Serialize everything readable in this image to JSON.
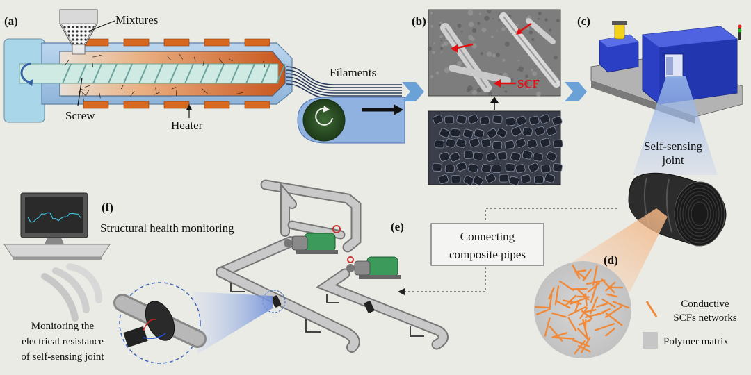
{
  "panels": {
    "a": "(a)",
    "b": "(b)",
    "c": "(c)",
    "d": "(d)",
    "e": "(e)",
    "f": "(f)"
  },
  "extruder": {
    "mixtures_label": "Mixtures",
    "screw_label": "Screw",
    "heater_label": "Heater",
    "filaments_label": "Filaments"
  },
  "sem": {
    "scf_label": "SCF"
  },
  "joint": {
    "title_line1": "Self-sensing",
    "title_line2": "joint"
  },
  "network": {
    "legend_fiber_line1": "Conductive",
    "legend_fiber_line2": "SCFs networks",
    "legend_matrix": "Polymer matrix"
  },
  "connect_box": {
    "line1": "Connecting",
    "line2": "composite pipes"
  },
  "monitoring": {
    "title": "Structural health monitoring",
    "caption_line1": "Monitoring the",
    "caption_line2": "electrical resistance",
    "caption_line3": "of self-sensing joint"
  },
  "colors": {
    "background": "#ebebe6",
    "barrel": "#a9c8e6",
    "heater": "#d6681f",
    "fiber": "#f08a3a",
    "sem_grey": "#7d7d7d",
    "pellet": "#2a2e3a",
    "printer_blue": "#2b3fc4",
    "pipe_grey": "#b8b8b8",
    "pump_green": "#3c9a5a",
    "scf_red": "#e01010"
  }
}
